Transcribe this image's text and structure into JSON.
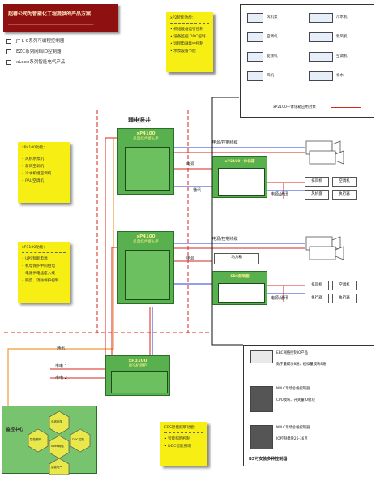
{
  "header": {
    "title": "超睿公司为智能化工程提供的产品方案",
    "subtitle": "——————————————————————————————"
  },
  "product_lines": [
    "JT L C系列可编程控制器",
    "EZC系列网络IO控制器",
    "xLeee系列智能电气产品"
  ],
  "notes": {
    "top": {
      "title": "xP2智能功能：",
      "items": [
        "机组设备运行控制",
        "设备监控 DDC控制",
        "远程电器集中控制",
        "水泵设备节能"
      ]
    },
    "left1": {
      "title": "xP4100功能：",
      "items": [
        "风机水泵机",
        "新风空调机",
        "冷水机组空调机",
        "PAU空调机"
      ]
    },
    "left2": {
      "title": "xP3100功能：",
      "items": [
        "UPS智能电源",
        "机电保护中间继电",
        "电源供电插座入线",
        "照度、消防保护控制"
      ]
    },
    "bottom": {
      "title": "EBS智能照明功能：",
      "items": [
        "智能照明控制",
        "DDC智能照明"
      ]
    }
  },
  "section_title": "弱电竖井",
  "cabinets": {
    "cab1": {
      "name": "xP4100",
      "desc": "机电综合接入柜"
    },
    "cab2": {
      "name": "xP4100",
      "desc": "机电综合接入柜"
    },
    "cab3": {
      "name": "xP3100",
      "desc": "UPS机组柜"
    },
    "panel_a": {
      "name": "xP2100一体化箱"
    },
    "panel_b": {
      "name": "动力箱"
    },
    "panel_c": {
      "name": "EBS照明箱"
    }
  },
  "lines": {
    "l1": "电源/控制线缆",
    "l2": "电源",
    "l3": "通讯",
    "l4": "电源/通讯",
    "l5": "电源/控制线缆",
    "l6": "电源",
    "l7": "电源/通讯",
    "l8": "通讯",
    "l9": "市电 1",
    "l10": "市电 2"
  },
  "devices": {
    "box1": [
      "排风机",
      "空调机",
      "风机盘",
      "执行器"
    ],
    "box2": [
      "排风机",
      "空调机",
      "执行器",
      "执行器"
    ]
  },
  "legend": {
    "items": [
      "风机泵",
      "冷水机",
      "空调机",
      "新风机",
      "变频机",
      "空调机",
      "风机",
      "补水"
    ],
    "footer": "xP2100一体化箱应用对象"
  },
  "bms": {
    "title": "BAS全系统监控产品",
    "items": [
      "EBC网络控制IO产品",
      "数字量模块8路、模拟量模块8路",
      "NPLC现场总线控制器",
      "CPU模块、开关量IO模块",
      "NPLC现场总线控制器",
      "IO控制模块26-36点"
    ],
    "footer": "BS可安装多种控制器"
  },
  "control_center": {
    "title": "监控中心",
    "hexes": [
      "总线网关",
      "智能照明",
      "xBee网络",
      "DDC控制",
      "智能电气"
    ]
  },
  "colors": {
    "accent_red": "#8f1010",
    "note_yellow": "#f7ef14",
    "cabinet_green": "#59b04f",
    "wire_red": "#d9261c",
    "wire_blue": "#2a3fd0",
    "wire_orange": "#f19a3b",
    "hex_yellow": "#e8e84a"
  }
}
